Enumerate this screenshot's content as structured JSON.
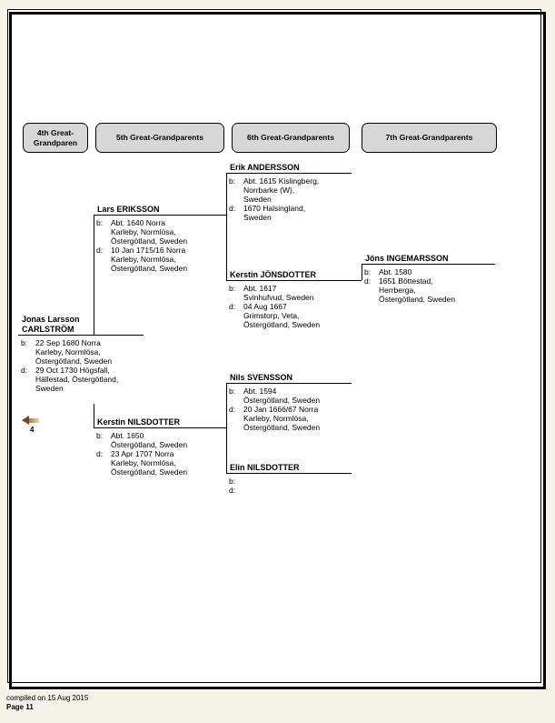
{
  "document": {
    "background_color": "#f4f3e8",
    "paper_color": "#ffffff",
    "header_box_color": "#d7d7d7"
  },
  "columns": [
    {
      "label": "4th Great-\nGrandparen"
    },
    {
      "label": "5th Great-Grandparents"
    },
    {
      "label": "6th Great-Grandparents"
    },
    {
      "label": "7th Great-Grandparents"
    }
  ],
  "labels": {
    "b": "b:",
    "d": "d:"
  },
  "persons": {
    "jonas": {
      "name": "Jonas Larsson\nCARLSTRÖM",
      "birth": "22 Sep 1680 Norra\nKarleby, Normlösa,\nÖstergötland, Sweden",
      "death": "29 Oct 1730 Högsfall,\nHällestad, Östergötland,\nSweden"
    },
    "lars": {
      "name": "Lars ERIKSSON",
      "birth": "Abt. 1640 Norra\nKarleby, Normlösa,\nÖstergötland, Sweden",
      "death": "10 Jan 1715/16 Norra\nKarleby, Normlösa,\nÖstergötland, Sweden"
    },
    "kerstin_nilsdotter": {
      "name": "Kerstin NILSDOTTER",
      "birth": "Abt. 1650\nÖstergötland, Sweden",
      "death": "23 Apr 1707 Norra\nKarleby, Normlösa,\nÖstergötland, Sweden"
    },
    "erik": {
      "name": "Erik ANDERSSON",
      "birth": "Abt. 1615 Kislingberg,\nNorrbarke (W),\nSweden",
      "death": "1670 Halsingland,\nSweden"
    },
    "kerstin_jonsdotter": {
      "name": "Kerstin JÖNSDOTTER",
      "birth": "Abt. 1617\nSvinhufvud, Sweden",
      "death": "04 Aug 1667\nGrimstorp, Veta,\nÖstergötland, Sweden"
    },
    "nils": {
      "name": "Nils SVENSSON",
      "birth": "Abt. 1594\nÖstergötland, Sweden",
      "death": "20 Jan 1666/67 Norra\nKarleby, Normlösa,\nÖstergötland, Sweden"
    },
    "elin": {
      "name": "Elin NILSDOTTER",
      "birth": "",
      "death": ""
    },
    "jons": {
      "name": "Jöns INGEMARSSON",
      "birth": "Abt. 1580",
      "death": "1651 Böttestad,\nHerrberga,\nÖstergötland, Sweden"
    }
  },
  "nav": {
    "icon": "left-arrow",
    "number": "4"
  },
  "footer": {
    "compiled": "compiled on 15 Aug 2015",
    "page_label": "Page 11"
  }
}
